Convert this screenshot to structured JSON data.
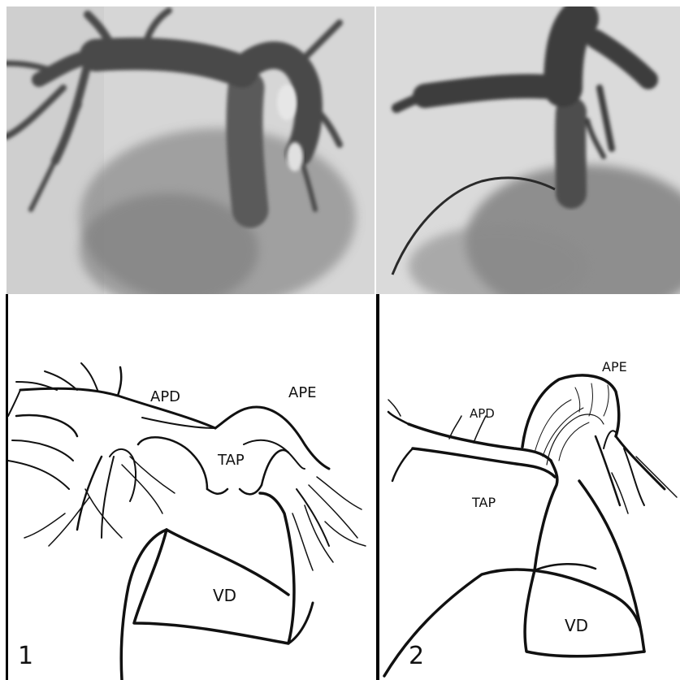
{
  "figure_1": {
    "number": "1",
    "labels": {
      "apd": "APD",
      "ape": "APE",
      "tap": "TAP",
      "vd": "VD"
    }
  },
  "figure_2": {
    "number": "2",
    "labels": {
      "apd": "APD",
      "ape": "APE",
      "tap": "TAP",
      "vd": "VD"
    }
  }
}
